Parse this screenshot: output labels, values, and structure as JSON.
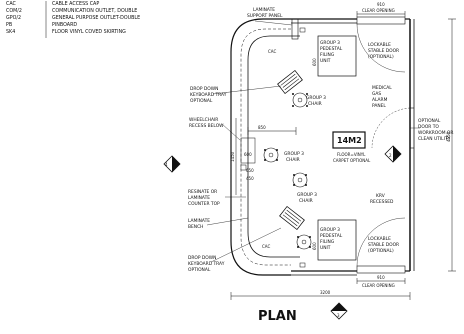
{
  "legend": [
    {
      "code": "CAC",
      "desc": "CABLE ACCESS CAP"
    },
    {
      "code": "COM/2",
      "desc": "COMMUNICATION OUTLET, DOUBLE"
    },
    {
      "code": "GPO/2",
      "desc": "GENERAL PURPOSE OUTLET-DOUBLE"
    },
    {
      "code": "PB",
      "desc": "PINBOARD"
    },
    {
      "code": "SK4",
      "desc": "FLOOR VINYL COVED SKIRTING"
    }
  ],
  "room": {
    "area": "14M2",
    "finish_line1": "FLOOR=VINYL",
    "finish_line2": "CARPET OPTIONAL"
  },
  "labels": {
    "laminate_support_1": "LAMINATE",
    "laminate_support_2": "SUPPORT PANEL",
    "clear_opening_top_value": "910",
    "clear_opening_top_text": "CLEAR OPENING",
    "cac_top": "CAC",
    "group3_ped_top_1": "GROUP 3",
    "group3_ped_top_2": "PEDESTAL",
    "group3_ped_top_3": "FILING",
    "group3_ped_top_4": "UNIT",
    "dim_600_top": "600",
    "lockable_top_1": "LOCKABLE",
    "lockable_top_2": "STABLE DOOR",
    "lockable_top_3": "(OPTIONAL)",
    "drop_down_top_1": "DROP DOWN",
    "drop_down_top_2": "KEYBOARD TRAY",
    "drop_down_top_3": "OPTIONAL",
    "group3_chair_top_1": "GROUP 3",
    "group3_chair_top_2": "CHAIR",
    "medical_gas_1": "MEDICAL",
    "medical_gas_2": "GAS",
    "medical_gas_3": "ALARM",
    "medical_gas_4": "PANEL",
    "wheelchair_1": "WHEELCHAIR",
    "wheelchair_2": "RECESS BELOW",
    "optional_door_1": "OPTIONAL",
    "optional_door_2": "DOOR TO",
    "optional_door_3": "WORKROOM OR",
    "optional_door_4": "CLEAN UTILITY",
    "dim_1450": "1450",
    "dim_850": "850",
    "dim_600_mid": "600",
    "dim_650": "650",
    "dim_450": "450",
    "group3_chair_mid_1": "GROUP 3",
    "group3_chair_mid_2": "CHAIR",
    "group3_chair_low_1": "GROUP 3",
    "group3_chair_low_2": "CHAIR",
    "dim_4550": "4550",
    "resinate_1": "RESINATE OR",
    "resinate_2": "LAMINATE",
    "resinate_3": "COUNTER TOP",
    "krv_1": "KRV",
    "krv_2": "RECESSED",
    "laminate_bench_1": "LAMINATE",
    "laminate_bench_2": "BENCH",
    "group3_ped_bot_1": "GROUP 3",
    "group3_ped_bot_2": "PEDESTAL",
    "group3_ped_bot_3": "FILING",
    "group3_ped_bot_4": "UNIT",
    "dim_600_bot": "600",
    "cac_bot": "CAC",
    "lockable_bot_1": "LOCKABLE",
    "lockable_bot_2": "STABLE DOOR",
    "lockable_bot_3": "(OPTIONAL)",
    "drop_down_bot_1": "DROP DOWN",
    "drop_down_bot_2": "KEYBOARD TRAY",
    "drop_down_bot_3": "OPTIONAL",
    "clear_opening_bot_value": "910",
    "clear_opening_bot_text": "CLEAR OPENING",
    "dim_3200": "3200"
  },
  "markers": {
    "left": "4",
    "right": "2",
    "bottom": "3"
  },
  "title": "PLAN"
}
